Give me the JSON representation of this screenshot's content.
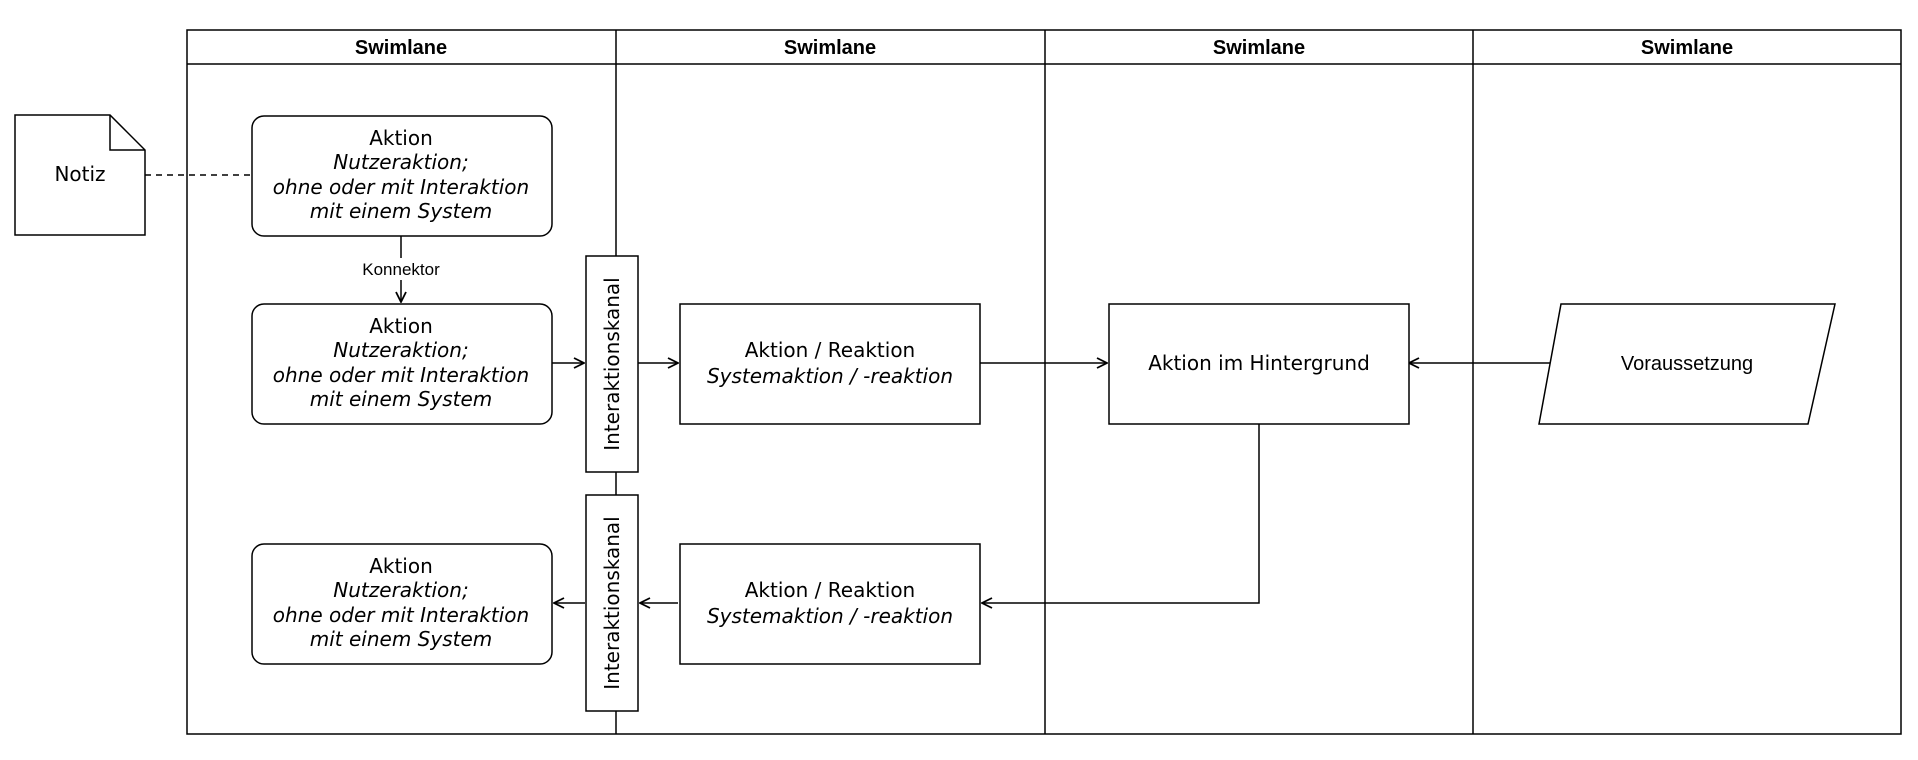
{
  "swimlanes": [
    {
      "label": "Swimlane"
    },
    {
      "label": "Swimlane"
    },
    {
      "label": "Swimlane"
    },
    {
      "label": "Swimlane"
    }
  ],
  "note": {
    "label": "Notiz"
  },
  "connector_label": "Konnektor",
  "user_actions": [
    {
      "title": "Aktion",
      "lines": [
        "Nutzeraktion;",
        "ohne oder mit Interaktion",
        "mit einem System"
      ]
    },
    {
      "title": "Aktion",
      "lines": [
        "Nutzeraktion;",
        "ohne oder mit Interaktion",
        "mit einem System"
      ]
    },
    {
      "title": "Aktion",
      "lines": [
        "Nutzeraktion;",
        "ohne oder mit Interaktion",
        "mit einem System"
      ]
    }
  ],
  "channels": [
    {
      "label": "Interaktionskanal"
    },
    {
      "label": "Interaktionskanal"
    }
  ],
  "system_actions": [
    {
      "title": "Aktion / Reaktion",
      "subtitle": "Systemaktion / -reaktion"
    },
    {
      "title": "Aktion / Reaktion",
      "subtitle": "Systemaktion / -reaktion"
    }
  ],
  "background_action": {
    "label": "Aktion im Hintergrund"
  },
  "precondition": {
    "label": "Voraussetzung"
  }
}
